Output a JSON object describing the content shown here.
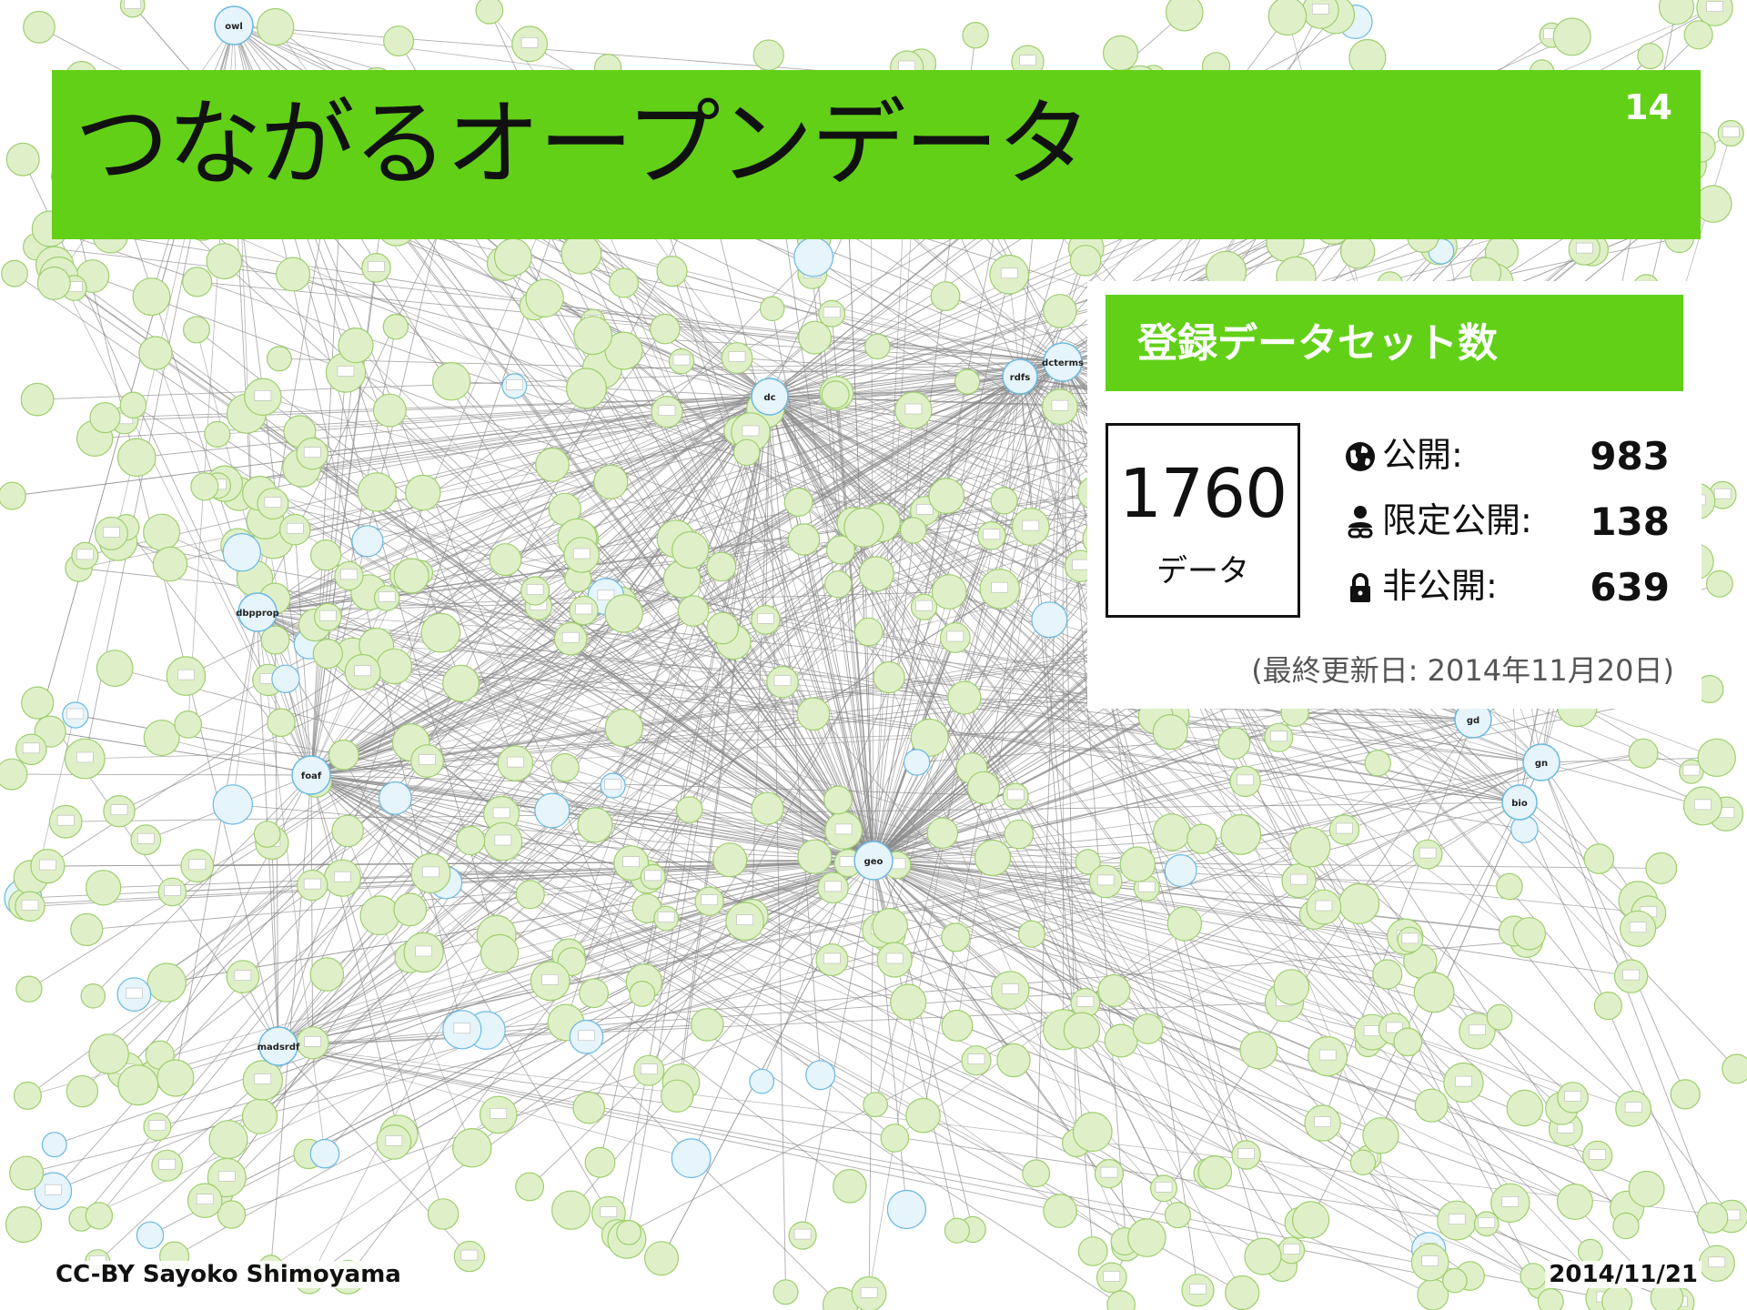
{
  "slide": {
    "title": "つながるオープンデータ",
    "page_number": "14",
    "credit": "CC-BY Sayoko Shimoyama",
    "date": "2014/11/21"
  },
  "stats": {
    "heading": "登録データセット数",
    "total": {
      "value": "1760",
      "unit": "データ"
    },
    "rows": [
      {
        "icon": "globe-icon",
        "label": "公開:",
        "value": "983"
      },
      {
        "icon": "user-link-icon",
        "label": "限定公開:",
        "value": "138"
      },
      {
        "icon": "lock-icon",
        "label": "非公開:",
        "value": "639"
      }
    ],
    "last_updated": "(最終更新日: 2014年11月20日)"
  },
  "graph": {
    "hubs": [
      {
        "id": "owl",
        "label": "owl"
      },
      {
        "id": "dc",
        "label": "dc"
      },
      {
        "id": "rdfs",
        "label": "rdfs"
      },
      {
        "id": "dcterms",
        "label": "dcterms"
      },
      {
        "id": "dbpprop",
        "label": "dbpprop"
      },
      {
        "id": "foaf",
        "label": "foaf"
      },
      {
        "id": "geo",
        "label": "geo"
      },
      {
        "id": "madsrdf",
        "label": "madsrdf"
      },
      {
        "id": "gd",
        "label": "gd"
      },
      {
        "id": "gn",
        "label": "gn"
      },
      {
        "id": "bio",
        "label": "bio"
      }
    ],
    "colors": {
      "node_green": "#dff0c8",
      "node_green_stroke": "#9fce6e",
      "node_blue": "#e6f4fb",
      "node_blue_stroke": "#69b8e2",
      "edge": "#8a8a8a",
      "accent_green": "#62d017"
    }
  }
}
